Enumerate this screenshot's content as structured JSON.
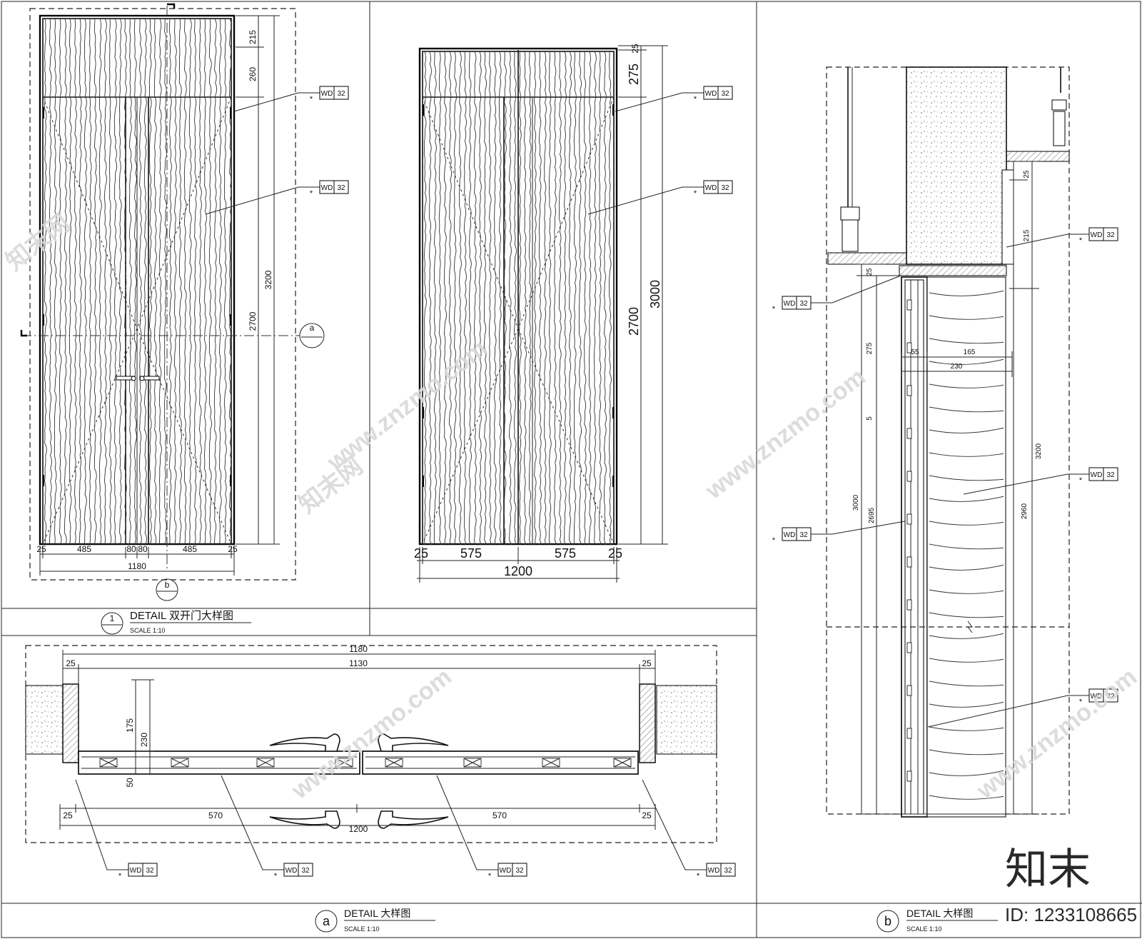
{
  "tags": {
    "code": "WD",
    "num": "32"
  },
  "title_1": {
    "marker": "1",
    "text": "DETAIL 双开门大样图",
    "scale": "SCALE   1:10"
  },
  "title_a": {
    "marker": "a",
    "text": "DETAIL   大样图",
    "scale": "SCALE   1:10"
  },
  "title_b": {
    "marker": "b",
    "text": "DETAIL   大样图",
    "scale": "SCALE   1:10"
  },
  "elev1": {
    "dims_bottom": [
      "25",
      "485",
      "80",
      "80",
      "485",
      "25"
    ],
    "total": "1180",
    "dims_right": [
      "215",
      "260",
      "3200",
      "2700"
    ],
    "sec_a": "a",
    "sec_b": "b"
  },
  "elev2": {
    "dims_bottom": [
      "25",
      "575",
      "575",
      "25"
    ],
    "total": "1200",
    "dims_right": [
      "25",
      "275",
      "2700",
      "3000"
    ]
  },
  "plan_a": {
    "top_total": "1180",
    "top_inner": "1130",
    "top_side": "25",
    "vert": [
      "175",
      "230",
      "50"
    ],
    "bottom_leaf": "570",
    "bottom_total": "1200",
    "bottom_side": "25"
  },
  "section_b": {
    "dims": [
      "25",
      "215",
      "25",
      "275",
      "55",
      "165",
      "230",
      "5",
      "3000",
      "2695",
      "3200",
      "2960"
    ]
  },
  "watermark": {
    "brand": "知末",
    "id": "ID: 1233108665",
    "site": "www.znzmo.com",
    "site_cn": "知末网"
  }
}
